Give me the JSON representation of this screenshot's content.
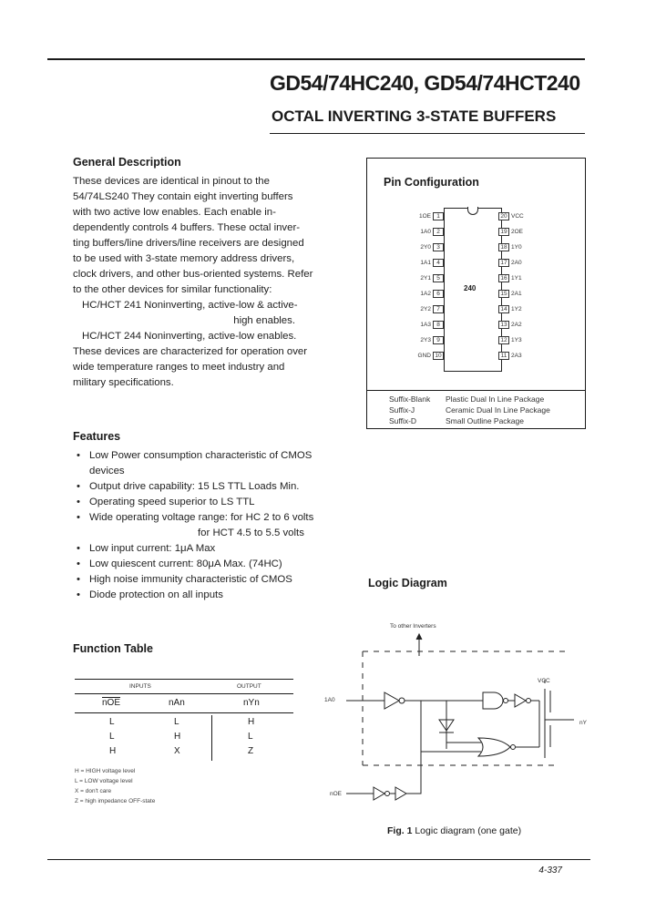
{
  "header": {
    "title": "GD54/74HC240, GD54/74HCT240",
    "subtitle": "OCTAL INVERTING 3-STATE BUFFERS"
  },
  "general_description": {
    "heading": "General Description",
    "lines": [
      "These devices are identical in pinout to the",
      "54/74LS240 They contain eight inverting buffers",
      "with two active low enables. Each enable in-",
      "dependently controls 4 buffers. These octal inver-",
      "ting buffers/line drivers/line receivers are designed",
      "to be used with 3-state memory address drivers,",
      "clock drivers, and other bus-oriented systems. Refer",
      "to the other devices for similar functionality:",
      "HC/HCT 241 Noninverting, active-low & active-",
      "high enables.",
      "HC/HCT 244 Noninverting, active-low enables.",
      "These devices are characterized for operation over",
      "wide temperature ranges to meet industry and",
      "military specifications."
    ]
  },
  "features": {
    "heading": "Features",
    "items": [
      "Low Power consumption characteristic of CMOS",
      "devices",
      "Output drive capability: 15 LS TTL Loads Min.",
      "Operating speed superior to LS TTL",
      "Wide operating voltage range: for HC 2 to 6 volts",
      "for HCT 4.5 to 5.5 volts",
      "Low input current: 1μA Max",
      "Low quiescent current: 80μA Max. (74HC)",
      "High noise immunity characteristic of CMOS",
      "Diode protection on all inputs"
    ]
  },
  "pin_configuration": {
    "heading": "Pin Configuration",
    "chip_label": "240",
    "left_pins": [
      {
        "name": "1OE",
        "num": "1"
      },
      {
        "name": "1A0",
        "num": "2"
      },
      {
        "name": "2Y0",
        "num": "3"
      },
      {
        "name": "1A1",
        "num": "4"
      },
      {
        "name": "2Y1",
        "num": "5"
      },
      {
        "name": "1A2",
        "num": "6"
      },
      {
        "name": "2Y2",
        "num": "7"
      },
      {
        "name": "1A3",
        "num": "8"
      },
      {
        "name": "2Y3",
        "num": "9"
      },
      {
        "name": "GND",
        "num": "10"
      }
    ],
    "right_pins": [
      {
        "name": "VCC",
        "num": "20"
      },
      {
        "name": "2OE",
        "num": "19"
      },
      {
        "name": "1Y0",
        "num": "18"
      },
      {
        "name": "2A0",
        "num": "17"
      },
      {
        "name": "1Y1",
        "num": "16"
      },
      {
        "name": "2A1",
        "num": "15"
      },
      {
        "name": "1Y2",
        "num": "14"
      },
      {
        "name": "2A2",
        "num": "13"
      },
      {
        "name": "1Y3",
        "num": "12"
      },
      {
        "name": "2A3",
        "num": "11"
      }
    ],
    "suffixes": [
      {
        "suffix": "Suffix-Blank",
        "package": "Plastic Dual In Line Package"
      },
      {
        "suffix": "Suffix-J",
        "package": "Ceramic Dual In Line Package"
      },
      {
        "suffix": "Suffix-D",
        "package": "Small Outline Package"
      }
    ]
  },
  "logic_diagram": {
    "heading": "Logic Diagram",
    "top_label": "To other Inverters",
    "vcc_label": "VCC",
    "input_label": "1A0",
    "enable_label": "nOE",
    "output_label": "nY",
    "caption_fig": "Fig. 1",
    "caption_text": "Logic diagram (one gate)"
  },
  "function_table": {
    "heading": "Function Table",
    "group_inputs": "INPUTS",
    "group_output": "OUTPUT",
    "columns": [
      "nOE",
      "nAn",
      "nYn"
    ],
    "rows": [
      [
        "L",
        "L",
        "H"
      ],
      [
        "L",
        "H",
        "L"
      ],
      [
        "H",
        "X",
        "Z"
      ]
    ],
    "legend": [
      "H = HIGH voltage level",
      "L = LOW voltage level",
      "X = don't care",
      "Z = high impedance OFF-state"
    ]
  },
  "footer": {
    "page_number": "4-337"
  }
}
